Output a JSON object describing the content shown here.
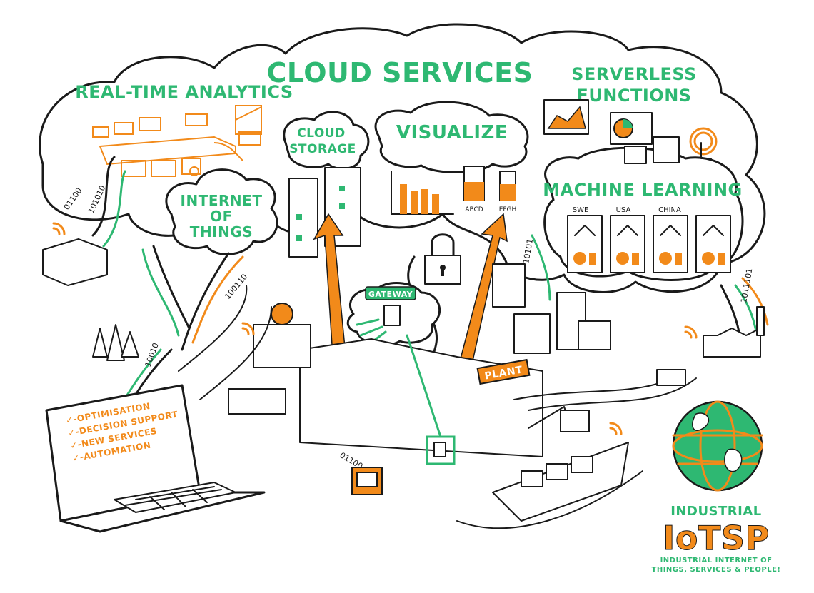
{
  "titles": {
    "cloud_services": "CLOUD SERVICES",
    "realtime_analytics": "REAL-TIME ANALYTICS",
    "serverless_line1": "SERVERLESS",
    "serverless_line2": "FUNCTIONS",
    "cloud_storage_line1": "CLOUD",
    "cloud_storage_line2": "STORAGE",
    "visualize": "VISUALIZE",
    "iot_line1": "INTERNET",
    "iot_line2": "OF",
    "iot_line3": "THINGS",
    "machine_learning": "MACHINE LEARNING",
    "gateway": "GATEWAY",
    "plant": "PLANT"
  },
  "ml_columns": [
    "SWE",
    "USA",
    "CHINA",
    ""
  ],
  "chart_labels": [
    "ABCD",
    "EFGH"
  ],
  "laptop_list": [
    "✓-OPTIMISATION",
    "✓-DECISION SUPPORT",
    "✓-NEW SERVICES",
    "✓-AUTOMATION"
  ],
  "binary_strings": [
    "01100",
    "101010",
    "100110",
    "10010",
    "01100",
    "10101",
    "1011101"
  ],
  "brand": {
    "line1": "INDUSTRIAL",
    "line2": "IoTSP",
    "tagline1": "INDUSTRIAL INTERNET OF",
    "tagline2": "THINGS, SERVICES & PEOPLE!"
  },
  "colors": {
    "green": "#2eb872",
    "orange": "#f28a1a",
    "ink": "#1a1a1a"
  }
}
